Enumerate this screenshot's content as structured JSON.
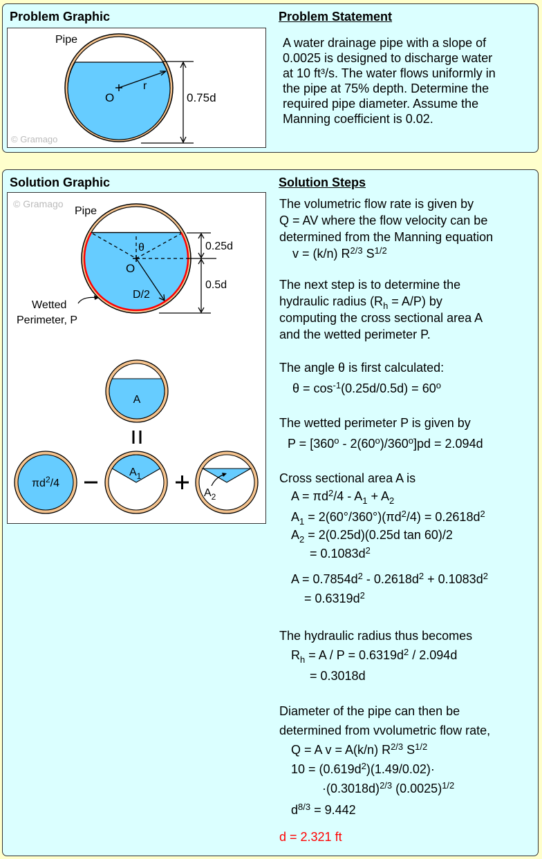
{
  "problem": {
    "graphic_title": "Problem Graphic",
    "statement_title": "Problem Statement",
    "statement_lines": [
      "A water drainage pipe with a slope of",
      "0.0025 is designed to discharge water",
      "at 10 ft³/s. The water flows uniformly in",
      "the pipe at 75% depth. Determine the",
      "required pipe diameter. Assume the",
      "Manning coefficient is 0.02."
    ],
    "graphic": {
      "watermark": "© Gramago",
      "pipe_label": "Pipe",
      "center_label": "O",
      "radius_label": "r",
      "depth_label": "0.75d"
    }
  },
  "solution": {
    "graphic_title": "Solution Graphic",
    "steps_title": "Solution Steps",
    "graphic": {
      "watermark": "© Gramago",
      "pipe_label": "Pipe",
      "theta_label": "θ",
      "center_label": "O",
      "radius_label": "D/2",
      "upper_dim": "0.25d",
      "lower_dim": "0.5d",
      "wetted_label_1": "Wetted",
      "wetted_label_2": "Perimeter, P",
      "area_label": "A",
      "full_area_label": "πd",
      "full_area_sup": "2",
      "full_area_tail": "/4",
      "minus": "−",
      "plus": "+",
      "a1_label": "A",
      "a1_sub": "1",
      "a2_label": "A",
      "a2_sub": "2"
    },
    "steps": [
      [
        {
          "t": "The volumetric flow rate is given by"
        }
      ],
      [
        {
          "t": "Q = AV where the flow velocity can be"
        }
      ],
      [
        {
          "t": "determined from the Manning equation"
        }
      ],
      [
        {
          "t": "v = (k/n) R"
        },
        {
          "sup": "2/3"
        },
        {
          "t": " S"
        },
        {
          "sup": "1/2"
        }
      ],
      [
        {
          "t": "The next step is to determine the"
        }
      ],
      [
        {
          "t": "hydraulic radius (R"
        },
        {
          "sub": "h"
        },
        {
          "t": " = A/P) by"
        }
      ],
      [
        {
          "t": "computing the cross sectional area A"
        }
      ],
      [
        {
          "t": "and the wetted perimeter P."
        }
      ],
      [
        {
          "t": "The angle θ is first calculated:"
        }
      ],
      [
        {
          "t": "θ = cos"
        },
        {
          "sup": "-1"
        },
        {
          "t": "(0.25d/0.5d) = 60"
        },
        {
          "sup": "o"
        }
      ],
      [
        {
          "t": "The wetted perimeter P is given by"
        }
      ],
      [
        {
          "t": "P = [360"
        },
        {
          "sup": "o"
        },
        {
          "t": " - 2(60"
        },
        {
          "sup": "o"
        },
        {
          "t": ")/360"
        },
        {
          "sup": "o"
        },
        {
          "t": "]pd = 2.094d"
        }
      ],
      [
        {
          "t": "Cross sectional area A is"
        }
      ],
      [
        {
          "t": "A = πd"
        },
        {
          "sup": "2"
        },
        {
          "t": "/4 - A"
        },
        {
          "sub": "1"
        },
        {
          "t": " + A"
        },
        {
          "sub": "2"
        }
      ],
      [
        {
          "t": "A"
        },
        {
          "sub": "1"
        },
        {
          "t": " = 2(60°/360°)(πd"
        },
        {
          "sup": "2"
        },
        {
          "t": "/4) = 0.2618d"
        },
        {
          "sup": "2"
        }
      ],
      [
        {
          "t": "A"
        },
        {
          "sub": "2"
        },
        {
          "t": " = 2(0.25d)(0.25d tan 60)/2"
        }
      ],
      [
        {
          "t": "= 0.1083d"
        },
        {
          "sup": "2"
        }
      ],
      [
        {
          "t": "A = 0.7854d"
        },
        {
          "sup": "2"
        },
        {
          "t": " - 0.2618d"
        },
        {
          "sup": "2"
        },
        {
          "t": " + 0.1083d"
        },
        {
          "sup": "2"
        }
      ],
      [
        {
          "t": "= 0.6319d"
        },
        {
          "sup": "2"
        }
      ],
      [
        {
          "t": "The hydraulic radius thus becomes"
        }
      ],
      [
        {
          "t": "R"
        },
        {
          "sub": "h"
        },
        {
          "t": " = A / P = 0.6319d"
        },
        {
          "sup": "2"
        },
        {
          "t": " / 2.094d"
        }
      ],
      [
        {
          "t": "= 0.3018d"
        }
      ],
      [
        {
          "t": "Diameter of the pipe can then be"
        }
      ],
      [
        {
          "t": "determined from vvolumetric flow rate,"
        }
      ],
      [
        {
          "t": "Q = A v = A(k/n) R"
        },
        {
          "sup": "2/3"
        },
        {
          "t": " S"
        },
        {
          "sup": "1/2"
        }
      ],
      [
        {
          "t": "10 = (0.619d"
        },
        {
          "sup": "2"
        },
        {
          "t": ")(1.49/0.02)·"
        }
      ],
      [
        {
          "t": "·(0.3018d)"
        },
        {
          "sup": "2/3"
        },
        {
          "t": " (0.0025)"
        },
        {
          "sup": "1/2"
        }
      ],
      [
        {
          "t": "d"
        },
        {
          "sup": "8/3"
        },
        {
          "t": " = 9.442"
        }
      ]
    ],
    "answer": "d = 2.321 ft"
  },
  "colors": {
    "page_background": "#FFFFCC",
    "panel_background": "#DBFFFF",
    "water": "#66CCFF",
    "pipe_wall": "#F5C38E",
    "wetted_perimeter": "#FF0000",
    "answer": "#FF0000"
  }
}
